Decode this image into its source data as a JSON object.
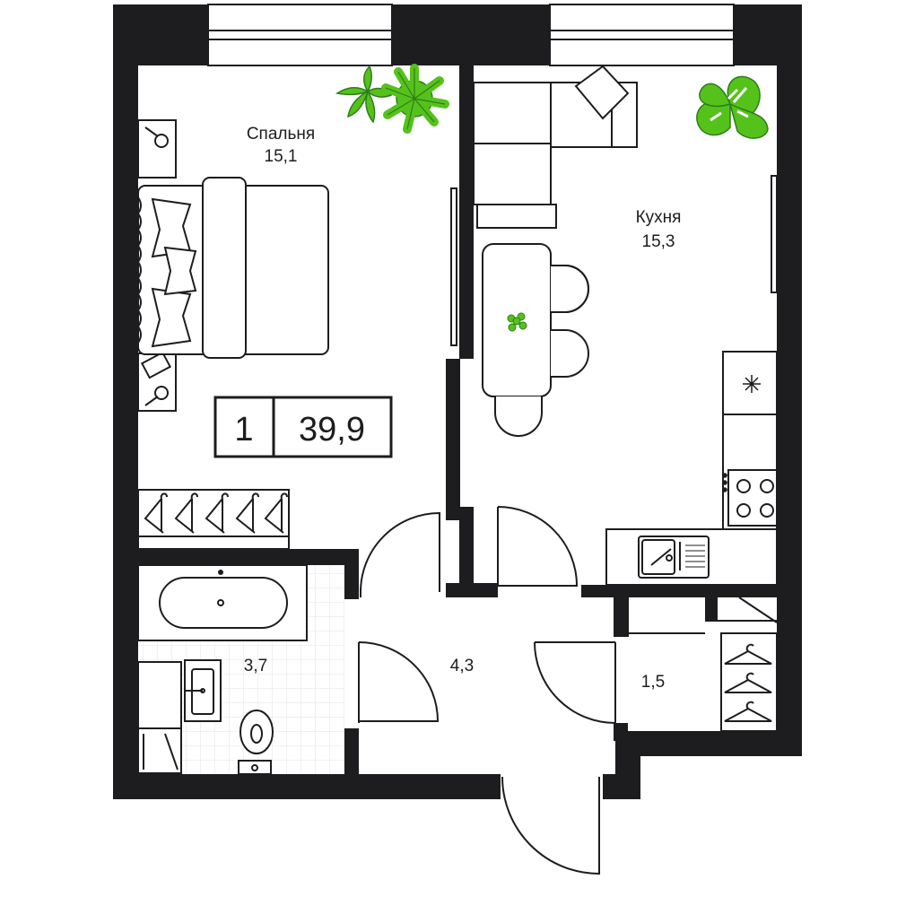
{
  "apartment": {
    "rooms_count": "1",
    "total_area": "39,9"
  },
  "rooms": {
    "bedroom": {
      "name": "Спальня",
      "area": "15,1"
    },
    "kitchen": {
      "name": "Кухня",
      "area": "15,3"
    },
    "bathroom": {
      "area": "3,7"
    },
    "hallway": {
      "area": "4,3"
    },
    "closet": {
      "area": "1,5"
    }
  },
  "colors": {
    "wall": "#1d1d1f",
    "line": "#1d1d1f",
    "plant_green": "#55c21b",
    "plant_dark": "#2e7d1a",
    "tile_grid": "#e3e3e3",
    "background": "#ffffff"
  },
  "icons": [
    "plant-icon",
    "monstera-icon",
    "sofa-icon",
    "bed-icon",
    "bathtub-icon",
    "sink-icon",
    "toilet-icon",
    "hanger-icon",
    "stove-icon",
    "kitchen-sink-icon",
    "fridge-icon",
    "dining-table-icon",
    "chair-icon"
  ]
}
